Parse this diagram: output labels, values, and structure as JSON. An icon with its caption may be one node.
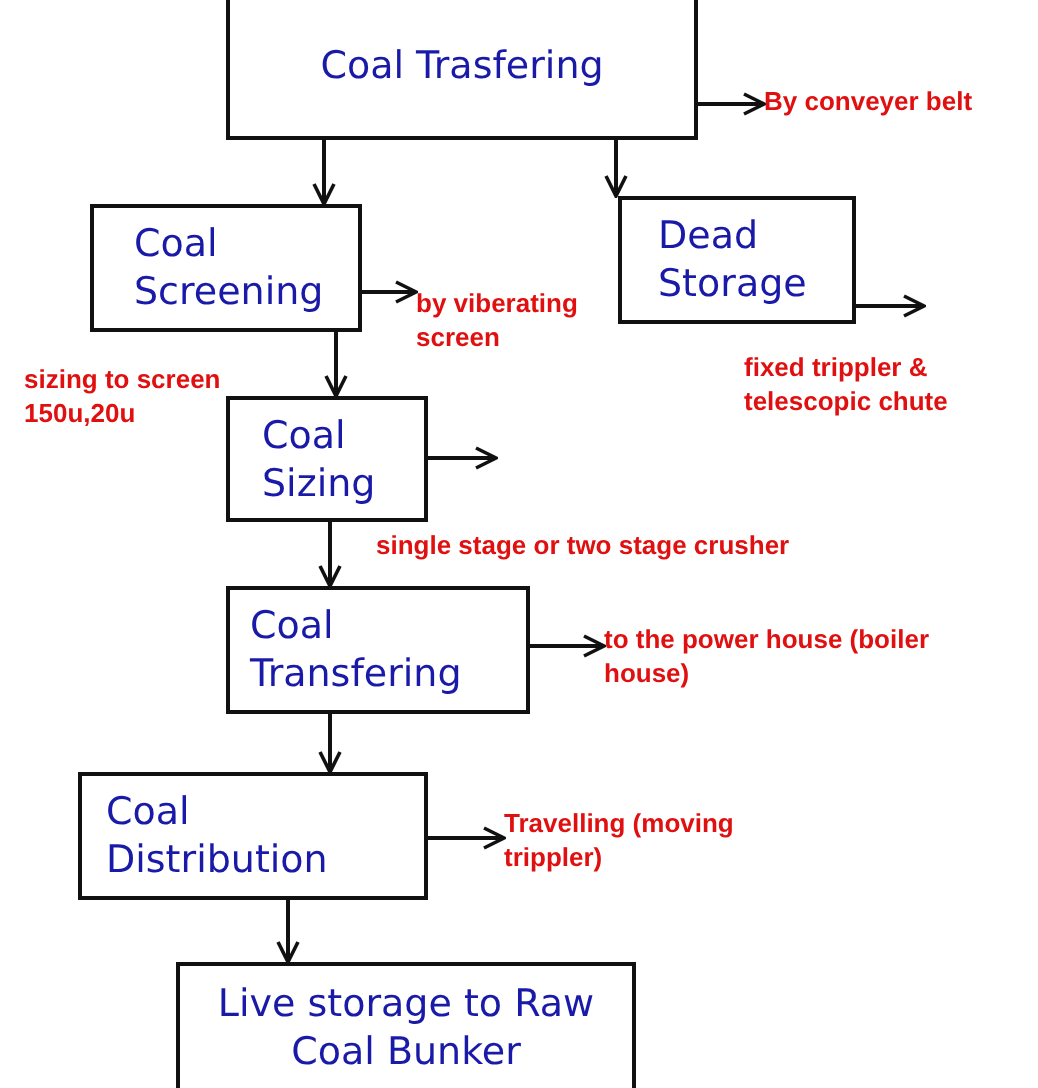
{
  "diagram": {
    "nodes": [
      {
        "text": [
          "Coal Trasfering"
        ]
      },
      {
        "text": [
          "Coal Screening"
        ]
      },
      {
        "text": [
          "Dead Storage"
        ]
      },
      {
        "text": [
          "Coal Sizing"
        ]
      },
      {
        "text": [
          "Coal Transfering"
        ]
      },
      {
        "text": [
          "Coal Distribution"
        ]
      },
      {
        "text": [
          "Live storage to Raw Coal Bunker"
        ]
      },
      {
        "text": [
          "By conveyer belt"
        ]
      },
      {
        "text": [
          "by viberating screen"
        ]
      },
      {
        "text": [
          "to the power house (boiler house)"
        ]
      },
      {
        "text": [
          "Travelling (moving trippler)"
        ]
      }
    ],
    "edges": [
      {
        "from": 0,
        "to": 1,
        "arrow": "to"
      },
      {
        "from": 0,
        "to": 2,
        "arrow": "to"
      },
      {
        "from": 0,
        "to": 7,
        "arrow": "to"
      },
      {
        "from": 1,
        "to": 8,
        "arrow": "to"
      },
      {
        "from": 2,
        "to": null,
        "arrow": "to"
      },
      {
        "from": 1,
        "to": 3,
        "arrow": "to"
      },
      {
        "from": 3,
        "to": null,
        "arrow": "to"
      },
      {
        "from": 3,
        "to": 4,
        "arrow": "to"
      },
      {
        "from": 4,
        "to": 9,
        "arrow": "to"
      },
      {
        "from": 4,
        "to": 5,
        "arrow": "to"
      },
      {
        "from": 5,
        "to": 10,
        "arrow": "to"
      },
      {
        "from": 5,
        "to": 6,
        "arrow": "to"
      }
    ],
    "labels": [
      "sizing to screen 150u,20u",
      "fixed trippler & telescopic chute",
      "single stage or two stage crusher"
    ]
  }
}
